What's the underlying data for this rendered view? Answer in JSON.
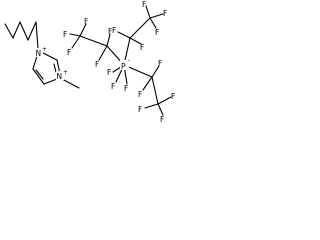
{
  "molecule": {
    "cation_nitrogen_label": "N",
    "cation_nitrogen_charge": "+",
    "ring_nitrogen_label": "N",
    "ring_nitrogen_charge": "+",
    "phosphorus_label": "P",
    "phosphorus_charge": "-",
    "fluorine_label": "F"
  }
}
